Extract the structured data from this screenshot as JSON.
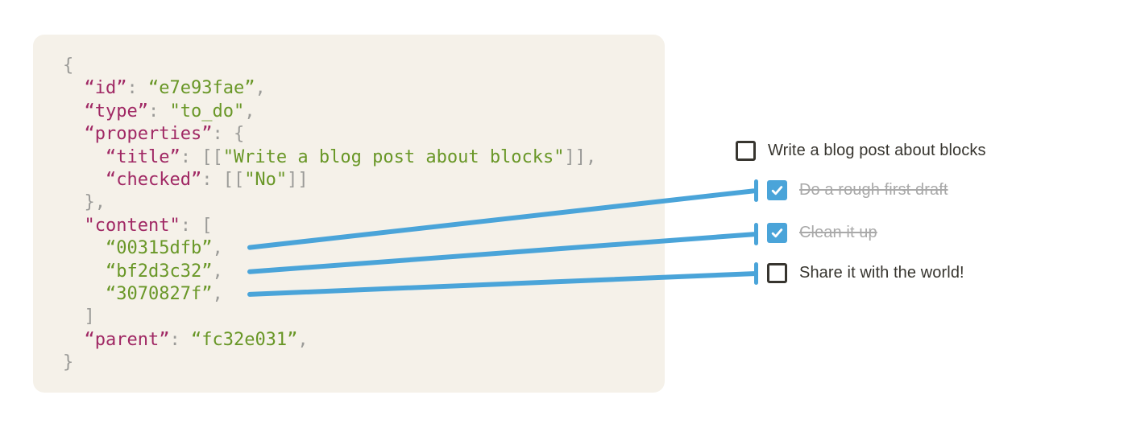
{
  "colors": {
    "accent_blue": "#4aa4d9",
    "panel_background": "#f5f1e9",
    "json_key": "#a02864",
    "json_string": "#699727",
    "json_punctuation": "#9b9b98",
    "text_primary": "#37352f",
    "text_completed": "#a9a9a9"
  },
  "code_block": {
    "lines": [
      [
        [
          "p",
          "{"
        ]
      ],
      [
        [
          "p",
          "  "
        ],
        [
          "k",
          "“id”"
        ],
        [
          "p",
          ": "
        ],
        [
          "s",
          "“e7e93fae”"
        ],
        [
          "p",
          ","
        ]
      ],
      [
        [
          "p",
          "  "
        ],
        [
          "k",
          "“type”"
        ],
        [
          "p",
          ": "
        ],
        [
          "s",
          "\"to_do\""
        ],
        [
          "p",
          ","
        ]
      ],
      [
        [
          "p",
          "  "
        ],
        [
          "k",
          "“properties”"
        ],
        [
          "p",
          ": {"
        ]
      ],
      [
        [
          "p",
          "    "
        ],
        [
          "k",
          "“title”"
        ],
        [
          "p",
          ": [["
        ],
        [
          "s",
          "\"Write a blog post about blocks\""
        ],
        [
          "p",
          "]],"
        ]
      ],
      [
        [
          "p",
          "    "
        ],
        [
          "k",
          "“checked”"
        ],
        [
          "p",
          ": [["
        ],
        [
          "s",
          "\"No\""
        ],
        [
          "p",
          "]]"
        ]
      ],
      [
        [
          "p",
          "  },"
        ]
      ],
      [
        [
          "p",
          "  "
        ],
        [
          "k",
          "\"content\""
        ],
        [
          "p",
          ": ["
        ]
      ],
      [
        [
          "p",
          "    "
        ],
        [
          "s",
          "“00315dfb”"
        ],
        [
          "p",
          ","
        ]
      ],
      [
        [
          "p",
          "    "
        ],
        [
          "s",
          "“bf2d3c32”"
        ],
        [
          "p",
          ","
        ]
      ],
      [
        [
          "p",
          "    "
        ],
        [
          "s",
          "“3070827f”"
        ],
        [
          "p",
          ","
        ]
      ],
      [
        [
          "p",
          "  ]"
        ]
      ],
      [
        [
          "p",
          "  "
        ],
        [
          "k",
          "“parent”"
        ],
        [
          "p",
          ": "
        ],
        [
          "s",
          "“fc32e031”"
        ],
        [
          "p",
          ","
        ]
      ],
      [
        [
          "p",
          "}"
        ]
      ]
    ]
  },
  "todo": {
    "items": [
      {
        "label": "Write a blog post about blocks",
        "checked": false,
        "struck": false
      },
      {
        "label": "Do a rough first draft",
        "checked": true,
        "struck": true
      },
      {
        "label": "Clean it up",
        "checked": true,
        "struck": true
      },
      {
        "label": "Share it with the world!",
        "checked": false,
        "struck": false
      }
    ]
  },
  "connectors": [
    {
      "from_content_id": "00315dfb",
      "to_item": "Do a rough first draft"
    },
    {
      "from_content_id": "bf2d3c32",
      "to_item": "Clean it up"
    },
    {
      "from_content_id": "3070827f",
      "to_item": "Share it with the world!"
    }
  ]
}
